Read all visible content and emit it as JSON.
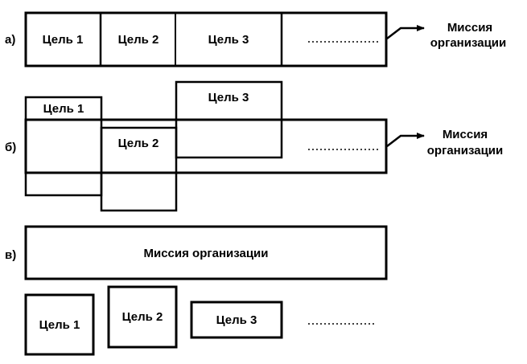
{
  "diagram": {
    "title": "",
    "colors": {
      "stroke": "#000000",
      "background": "#ffffff",
      "text": "#000000"
    },
    "panels": [
      {
        "id": "a",
        "label": "а)",
        "goals": [
          "Цель 1",
          "Цель 2",
          "Цель 3"
        ],
        "ellipsis": "..................",
        "mission_label_line1": "Миссия",
        "mission_label_line2": "организации",
        "relation": "goals aligned within mission band"
      },
      {
        "id": "b",
        "label": "б)",
        "goals": [
          "Цель 1",
          "Цель 2",
          "Цель 3"
        ],
        "ellipsis": "..................",
        "mission_label_line1": "Миссия",
        "mission_label_line2": "организации",
        "relation": "goals partially overlap mission band"
      },
      {
        "id": "c",
        "label": "в)",
        "mission_text": "Миссия организации",
        "goals": [
          "Цель 1",
          "Цель 2",
          "Цель 3"
        ],
        "ellipsis": "..................",
        "relation": "goals separate from mission"
      }
    ]
  }
}
